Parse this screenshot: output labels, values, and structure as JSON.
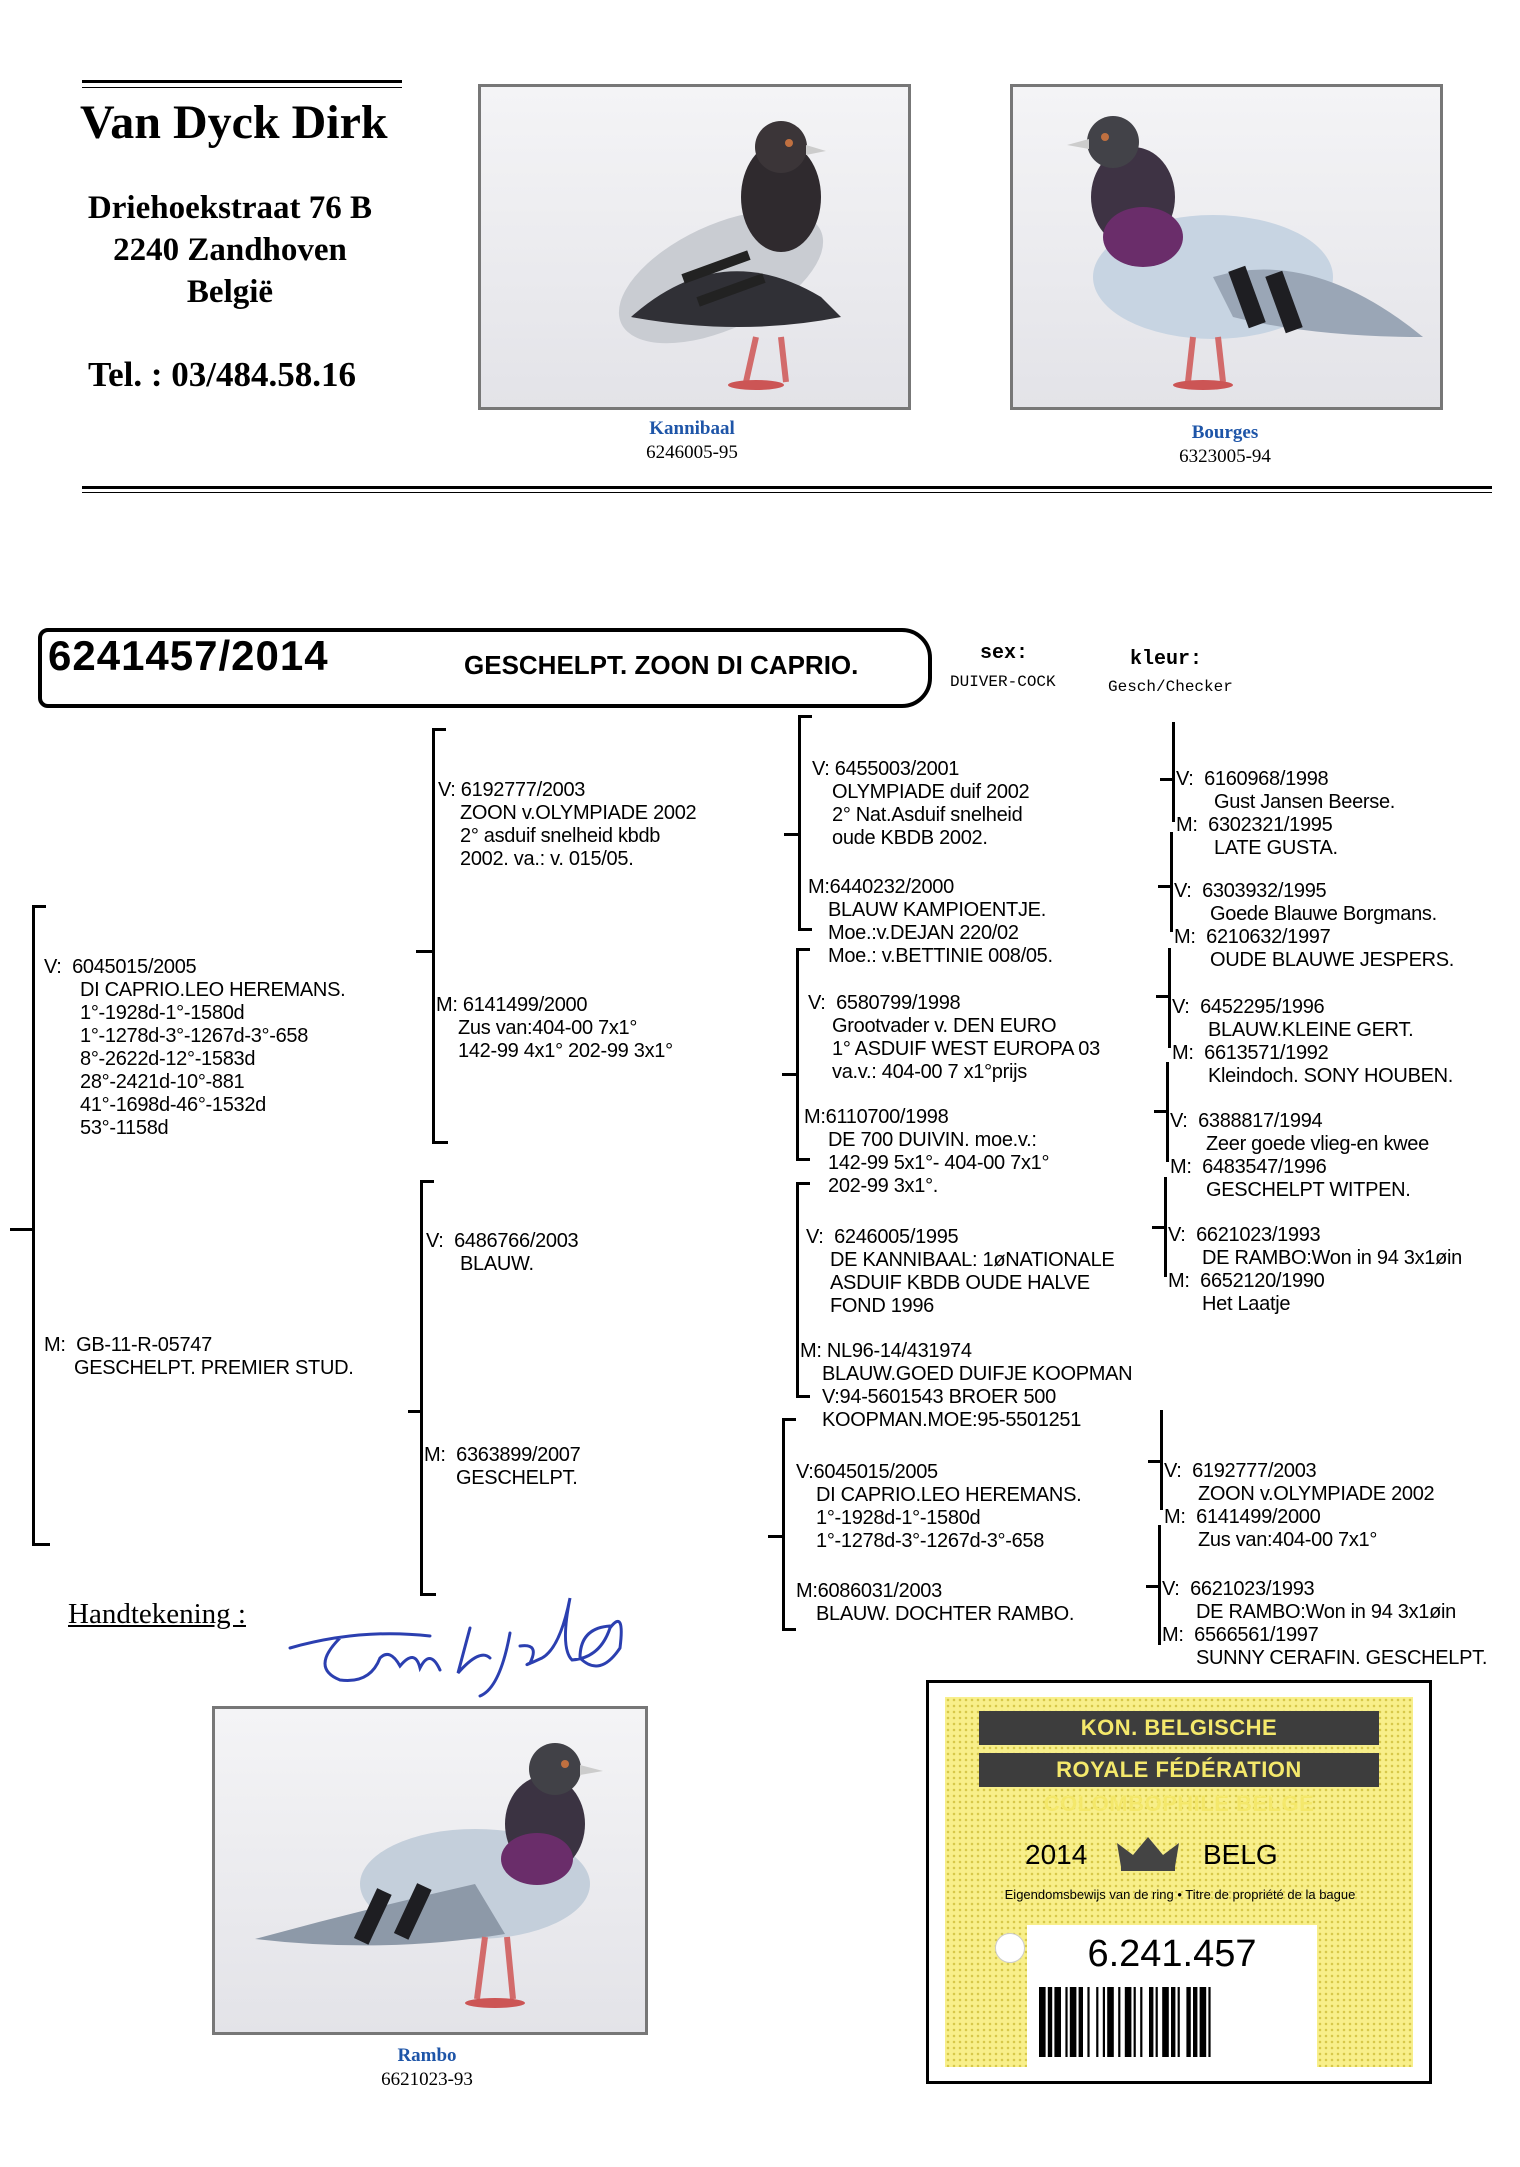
{
  "owner": {
    "name": "Van Dyck Dirk",
    "street": "Driehoekstraat 76 B",
    "city": "2240 Zandhoven",
    "country": "België",
    "tel": "Tel. : 03/484.58.16"
  },
  "photos": [
    {
      "name": "Kannibaal",
      "ring": "6246005-95"
    },
    {
      "name": "Bourges",
      "ring": "6323005-94"
    },
    {
      "name": "Rambo",
      "ring": "6621023-93"
    }
  ],
  "title": {
    "ring": "6241457/2014",
    "description": "GESCHELPT. ZOON DI CAPRIO.",
    "sex_label": "sex:",
    "sex_value": "DUIVER-COCK",
    "colour_label": "kleur:",
    "colour_value": "Gesch/Checker"
  },
  "pedigree": {
    "father": [
      "V:  6045015/2005",
      "DI CAPRIO.LEO HEREMANS.",
      "1°-1928d-1°-1580d",
      "1°-1278d-3°-1267d-3°-658",
      "8°-2622d-12°-1583d",
      "28°-2421d-10°-881",
      "41°-1698d-46°-1532d",
      "53°-1158d"
    ],
    "mother": [
      "M:  GB-11-R-05747",
      "GESCHELPT. PREMIER STUD."
    ],
    "ff": [
      "V: 6192777/2003",
      "ZOON v.OLYMPIADE 2002",
      "2° asduif snelheid kbdb",
      "2002. va.: v. 015/05."
    ],
    "fm": [
      "M: 6141499/2000",
      "Zus van:404-00 7x1°",
      "142-99 4x1° 202-99 3x1°"
    ],
    "mf": [
      "V:  6486766/2003",
      "BLAUW."
    ],
    "mm": [
      "M:  6363899/2007",
      "GESCHELPT."
    ],
    "fff": [
      "V: 6455003/2001",
      "OLYMPIADE duif 2002",
      "2° Nat.Asduif snelheid",
      "oude KBDB 2002."
    ],
    "ffm": [
      "M:6440232/2000",
      "BLAUW KAMPIOENTJE.",
      "Moe.:v.DEJAN 220/02",
      "Moe.: v.BETTINIE 008/05."
    ],
    "fmf": [
      "V:  6580799/1998",
      "Grootvader v. DEN EURO",
      "1° ASDUIF WEST EUROPA 03",
      "va.v.: 404-00 7 x1°prijs"
    ],
    "fmm": [
      "M:6110700/1998",
      "DE 700 DUIVIN. moe.v.:",
      "142-99 5x1°- 404-00 7x1°",
      "202-99 3x1°."
    ],
    "mff": [
      "V:  6246005/1995",
      "DE KANNIBAAL: 1øNATIONALE",
      "ASDUIF KBDB OUDE HALVE",
      "FOND 1996"
    ],
    "mfm": [
      "M: NL96-14/431974",
      "BLAUW.GOED DUIFJE KOOPMAN",
      "V:94-5601543 BROER 500",
      "KOOPMAN.MOE:95-5501251"
    ],
    "mmf": [
      "V:6045015/2005",
      "DI CAPRIO.LEO HEREMANS.",
      "1°-1928d-1°-1580d",
      "1°-1278d-3°-1267d-3°-658"
    ],
    "mmm": [
      "M:6086031/2003",
      "BLAUW. DOCHTER RAMBO."
    ],
    "g_fff": [
      "V:  6160968/1998",
      "Gust Jansen Beerse.",
      "M:  6302321/1995",
      "LATE GUSTA."
    ],
    "g_ffm": [
      "V:  6303932/1995",
      "Goede Blauwe Borgmans.",
      "M:  6210632/1997",
      "OUDE BLAUWE JESPERS."
    ],
    "g_fmf": [
      "V:  6452295/1996",
      "BLAUW.KLEINE GERT.",
      "M:  6613571/1992",
      "Kleindoch. SONY HOUBEN."
    ],
    "g_fmm": [
      "V:  6388817/1994",
      "Zeer goede vlieg-en kwee",
      "M:  6483547/1996",
      "GESCHELPT WITPEN."
    ],
    "g_mff": [
      "V:  6621023/1993",
      "DE RAMBO:Won in 94 3x1øin",
      "M:  6652120/1990",
      "Het Laatje"
    ],
    "g_mmf": [
      "V:  6192777/2003",
      "ZOON v.OLYMPIADE 2002",
      "M:  6141499/2000",
      "Zus van:404-00 7x1°"
    ],
    "g_mmm": [
      "V:  6621023/1993",
      "DE RAMBO:Won in 94 3x1øin",
      "M:  6566561/1997",
      "SUNNY CERAFIN. GESCHELPT."
    ]
  },
  "signature": {
    "label": "Handtekening :"
  },
  "ring_card": {
    "line1": "KON. BELGISCHE DUIVENLIEFHEBBERSBOND",
    "line2": "ROYALE FÉDÉRATION COLOMBOPHILE BELGE",
    "year": "2014",
    "country": "BELG",
    "proof": "Eigendomsbewijs van de ring • Titre de propriété de la bague",
    "number": "6.241.457"
  }
}
